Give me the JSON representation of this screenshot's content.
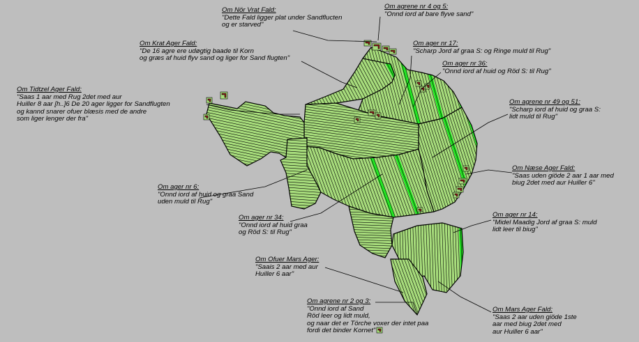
{
  "colors": {
    "background": "#bebebe",
    "field_fill": "#a7dc7c",
    "field_highlight": "#22e622",
    "outline": "#000000",
    "building": "#8b1a1a"
  },
  "labels": [
    {
      "id": "nor-vrat",
      "title": "Om Nör Vrat Fald:",
      "lines": [
        "\"Dette Fald ligger plat under Sandflucten",
        "og er starved\""
      ]
    },
    {
      "id": "agrene-4-5",
      "title": "Om agrene nr 4 og 5:",
      "lines": [
        "\"Onnd iord af bare flyve sand\""
      ]
    },
    {
      "id": "krat-ager",
      "title": "Om Krat Ager Fald:",
      "lines": [
        "\"De 16 agre ere udøgtig baade til Korn",
        "og græs af huid flyv sand og liger for Sand flugten\""
      ]
    },
    {
      "id": "ager-17",
      "title": "Om ager nr 17:",
      "lines": [
        "\"Scharp Jord af graa S: og Ringe muld til Rug\""
      ]
    },
    {
      "id": "ager-36",
      "title": "Om ager nr 36:",
      "lines": [
        "\"Onnd iord af huid og Röd S: til Rug\""
      ]
    },
    {
      "id": "tidtzel-ager",
      "title": "Om Tidtzel Ager Fald:",
      "lines": [
        "\"Saas 1 aar med Rug 2det med aur",
        "Huiller 8 aar [h..]6 De 20 ager ligger for Sandflugten",
        "og kannd snarer ofuer blæsis med de andre",
        "som liger lenger der fra\""
      ]
    },
    {
      "id": "agrene-49-51",
      "title": "Om agrene nr 49 og 51:",
      "lines": [
        "\"Scharp iord af huid og graa S:",
        "lidt muld til Rug\""
      ]
    },
    {
      "id": "naese-ager",
      "title": "Om Næse Ager Fald:",
      "lines": [
        "\"Saas uden giöde 2 aar 1 aar med",
        "biug 2det med aur Huiller 6\""
      ]
    },
    {
      "id": "ager-6",
      "title": "Om ager nr 6:",
      "lines": [
        "\"Onnd iord af huid og graa Sand",
        "uden muld til Rug\""
      ]
    },
    {
      "id": "ager-34",
      "title": "Om ager nr 34:",
      "lines": [
        "\"Onnd iord af huid graa",
        "og Röd S: til Rug\""
      ]
    },
    {
      "id": "ager-14",
      "title": "Om ager nr 14:",
      "lines": [
        "\"Midel Maadig Jord af graa S: muld",
        "lidt leer til biug\""
      ]
    },
    {
      "id": "ofuer-mars",
      "title": "Om Ofuer Mars Ager:",
      "lines": [
        "\"Saais 2 aar med aur",
        "Huiller 6 aar\""
      ]
    },
    {
      "id": "agrene-2-3",
      "title": "Om agrene nr 2 og 3:",
      "lines": [
        "\"Onnd iord af Sand",
        "Röd leer og lidt muld,",
        "og naar det er Törche voxer der intet paa",
        "fordi det binder Kornet\""
      ]
    },
    {
      "id": "mars-ager",
      "title": "Om Mars Ager Fald:",
      "lines": [
        "\"Saas 2 aar uden giöde 1ste",
        "aar med biug 2det med",
        "aur Huiller 6 aar\""
      ]
    }
  ]
}
